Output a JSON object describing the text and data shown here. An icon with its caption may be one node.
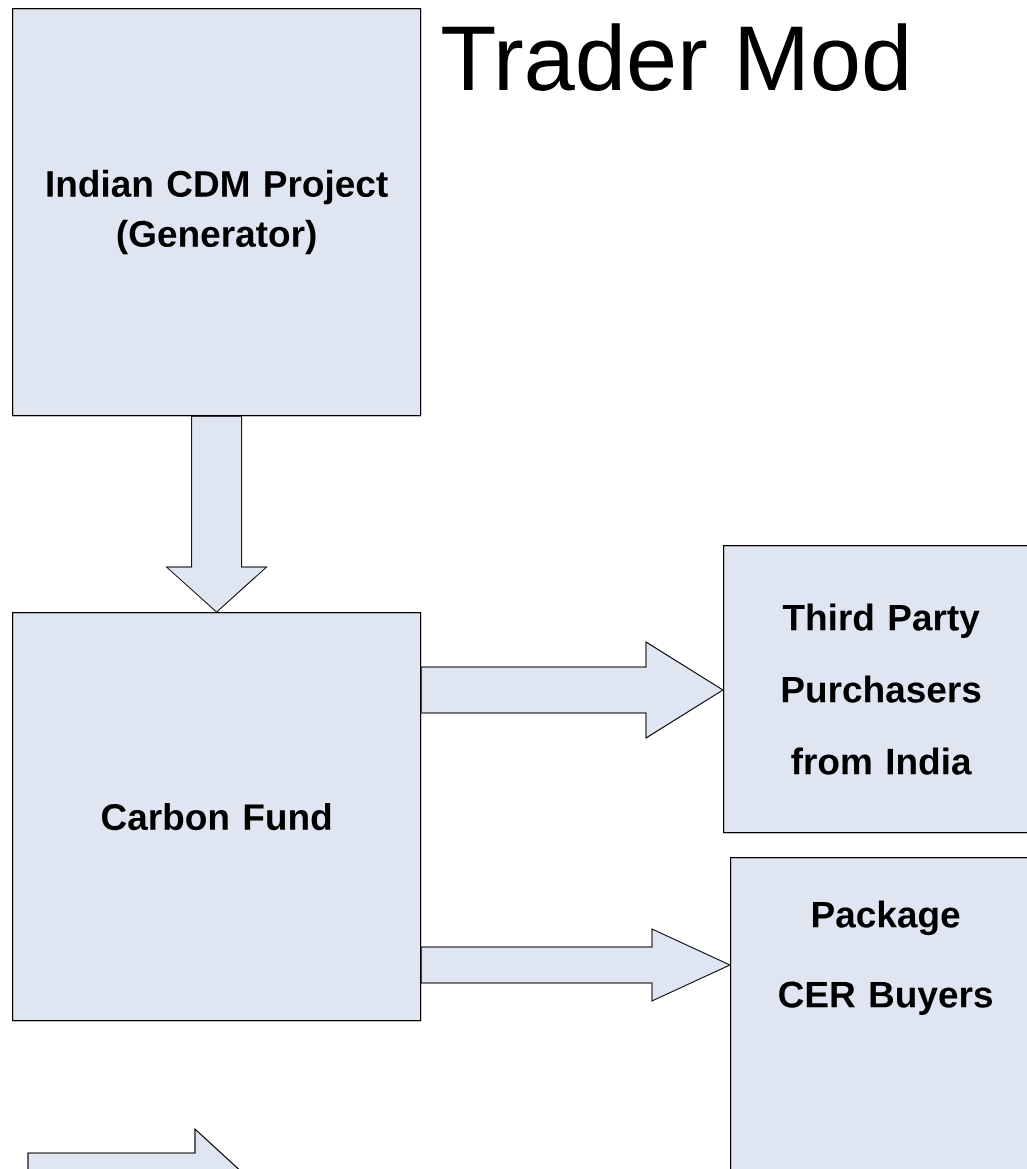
{
  "diagram": {
    "title": "Trader Mod",
    "nodes": [
      {
        "text": [
          "Indian CDM Project (Generator)"
        ]
      },
      {
        "text": [
          "Carbon Fund"
        ]
      },
      {
        "text": [
          "Third Party Purchasers from India"
        ]
      },
      {
        "text": [
          "Package CER Buyers"
        ]
      }
    ],
    "edges": [
      {
        "from": 0,
        "to": 1,
        "arrow": "to"
      },
      {
        "from": 1,
        "to": 2,
        "arrow": "to"
      },
      {
        "from": 1,
        "to": 3,
        "arrow": "to"
      }
    ]
  }
}
